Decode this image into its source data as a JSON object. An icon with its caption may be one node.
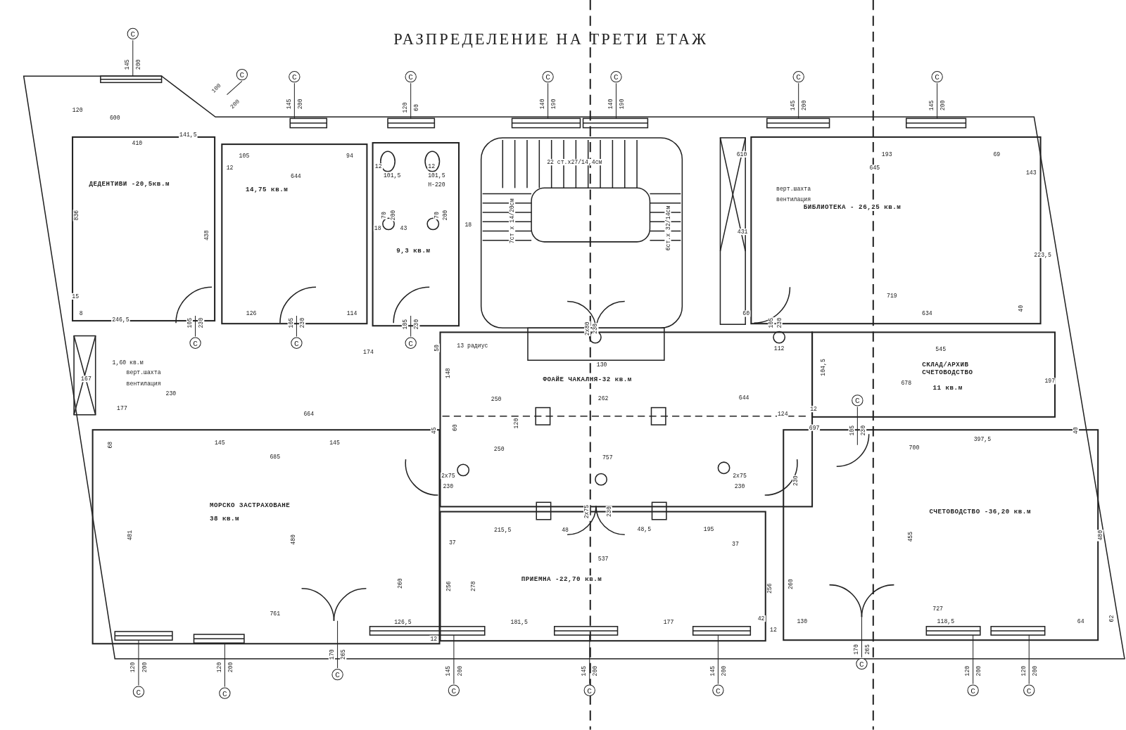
{
  "diagram": {
    "title": "РАЗПРЕДЕЛЕНИЕ НА ТРЕТИ ЕТАЖ",
    "nodes": [
      {
        "text": [
          "ДЕДЕНТИВИ -20,5кв.м"
        ]
      },
      {
        "text": [
          "14,75 кв.м"
        ]
      },
      {
        "text": [
          "9,3 кв.м"
        ]
      },
      {
        "text": [
          "БИБЛИОТЕКА - 26,25 кв.м"
        ]
      },
      {
        "text": [
          "ФОАЙЕ ЧАКАЛНЯ-32 кв.м"
        ]
      },
      {
        "text": [
          "СКЛАД/АРХИВ СЧЕТОВОДСТВО",
          "11 кв.м"
        ]
      },
      {
        "text": [
          "МОРСКО ЗАСТРАХОВАНЕ",
          "38 кв.м"
        ]
      },
      {
        "text": [
          "ПРИЕМНА -22,70 кв.м"
        ]
      },
      {
        "text": [
          "СЧЕТОВОДСТВО -36,20 кв.м"
        ]
      }
    ],
    "labels": [
      "C",
      "145",
      "200",
      "C",
      "100",
      "200",
      "C",
      "145",
      "200",
      "C",
      "120",
      "60",
      "C",
      "140",
      "190",
      "C",
      "140",
      "190",
      "C",
      "145",
      "200",
      "C",
      "145",
      "200",
      "120",
      "600",
      "410",
      "141,5",
      "105",
      "94",
      "12",
      "644",
      "12",
      "101,5",
      "12",
      "101,5",
      "Н-220",
      "22 ст.х27/14,4см",
      "610",
      "193",
      "69",
      "645",
      "143",
      "верт.шахта",
      "вентилация",
      "836",
      "438",
      "70",
      "200",
      "70",
      "200",
      "18",
      "43",
      "18",
      "7ст х 14/20см",
      "6ст.х 32/14см",
      "431",
      "223,5",
      "15",
      "8",
      "246,5",
      "126",
      "114",
      "719",
      "60",
      "634",
      "40",
      "105",
      "230",
      "C",
      "105",
      "230",
      "C",
      "105",
      "230",
      "C",
      "2х80",
      "230",
      "130",
      "50",
      "13 радиус",
      "174",
      "105",
      "230",
      "112",
      "545",
      "1,60 кв.м",
      "верт.шахта",
      "вентилация",
      "167",
      "230",
      "148",
      "104,5",
      "197",
      "250",
      "262",
      "644",
      "678",
      "C",
      "105",
      "230",
      "177",
      "664",
      "120",
      "60",
      "45",
      "124",
      "12",
      "697",
      "397,5",
      "40",
      "145",
      "145",
      "68",
      "250",
      "757",
      "700",
      "685",
      "2х75",
      "230",
      "2х75",
      "230",
      "2х75",
      "230",
      "230",
      "481",
      "480",
      "215,5",
      "48",
      "48,5",
      "195",
      "37",
      "37",
      "455",
      "480",
      "537",
      "260",
      "256",
      "278",
      "256",
      "260",
      "761",
      "727",
      "126,5",
      "181,5",
      "177",
      "12",
      "42",
      "12",
      "130",
      "118,5",
      "64",
      "62",
      "170",
      "265",
      "C",
      "170",
      "265",
      "C",
      "120",
      "200",
      "C",
      "120",
      "200",
      "C",
      "145",
      "200",
      "C",
      "145",
      "200",
      "C",
      "145",
      "200",
      "C",
      "120",
      "200",
      "C",
      "120",
      "200",
      "C"
    ]
  }
}
